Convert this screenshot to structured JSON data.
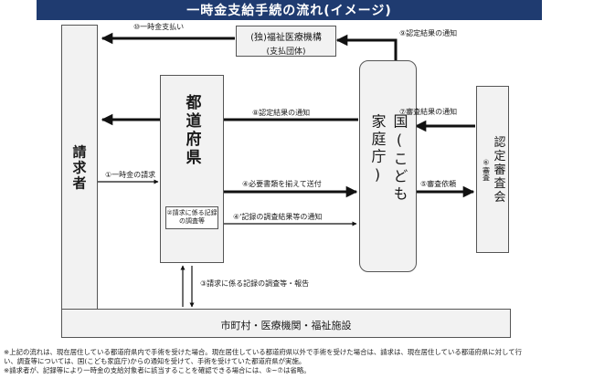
{
  "title": "一時金支給手続の流れ(イメージ)",
  "nodes": {
    "claimant": "請求者",
    "prefecture": "都道府県",
    "prefecture_sub": "②請求に係る記録の調査等",
    "welfare_org": "(独)福祉医療機構",
    "welfare_org_sub": "(支払団体)",
    "country": "国(こども家庭庁)",
    "committee": "認定審査会",
    "committee_sub": "⑥審査",
    "municipal": "市町村・医療機関・福祉施設"
  },
  "arrows": {
    "a10": "⑩一時金支払い",
    "a9": "⑨認定結果の通知",
    "a8": "⑧認定結果の通知",
    "a7": "⑦審査結果の通知",
    "a1": "①一時金の請求",
    "a4": "④必要書類を揃えて送付",
    "a5": "⑤審査依頼",
    "a4b": "④'記録の調査結果等の通知",
    "a3": "③請求に係る記録の調査等・報告"
  },
  "notes": [
    "※上記の流れは、現在居住している都道府県内で手術を受けた場合。現在居住している都道府県以外で手術を受けた場合は、請求は、現在居住している都道府県に対して行",
    "い、調査等については、国(こども家庭庁)からの通知を受けて、手術を受けていた都道府県が実施。",
    "※請求者が、記録等により一時金の支給対象者に該当することを確認できる場合には、⑤~⑦は省略。"
  ]
}
